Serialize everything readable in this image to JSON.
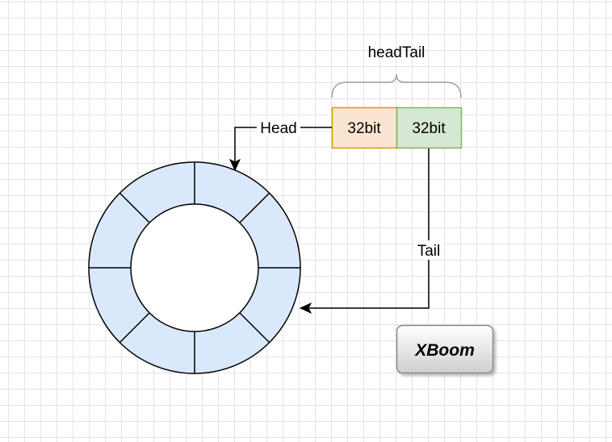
{
  "diagram": {
    "brace_label": "headTail",
    "cells": [
      {
        "label": "32bit",
        "fill": "#fae6d0",
        "stroke": "#d79b00"
      },
      {
        "label": "32bit",
        "fill": "#d5e8d4",
        "stroke": "#82b366"
      }
    ],
    "edges": {
      "head_label": "Head",
      "tail_label": "Tail"
    },
    "ring": {
      "segments": 8,
      "fill": "#dae8fc",
      "stroke": "#000000"
    },
    "button": {
      "label": "XBoom"
    }
  }
}
